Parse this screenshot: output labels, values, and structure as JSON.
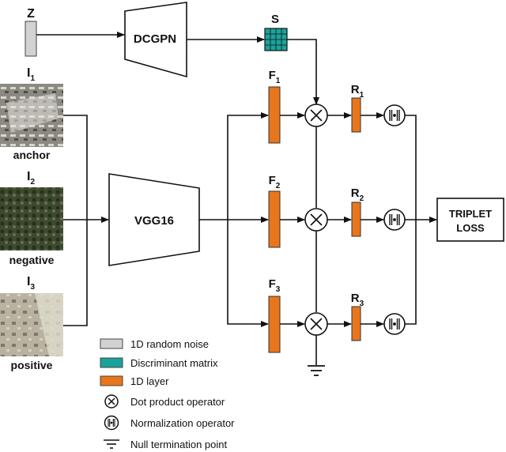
{
  "inputs": {
    "z": {
      "label": "Z"
    },
    "i1": {
      "label": "I",
      "sub": "1",
      "caption": "anchor"
    },
    "i2": {
      "label": "I",
      "sub": "2",
      "caption": "negative"
    },
    "i3": {
      "label": "I",
      "sub": "3",
      "caption": "positive"
    }
  },
  "blocks": {
    "dcgpn": "DCGPN",
    "vgg": "VGG16",
    "s": "S",
    "triplet_line1": "TRIPLET",
    "triplet_line2": "LOSS"
  },
  "layers": {
    "f1": {
      "label": "F",
      "sub": "1"
    },
    "f2": {
      "label": "F",
      "sub": "2"
    },
    "f3": {
      "label": "F",
      "sub": "3"
    },
    "r1": {
      "label": "R",
      "sub": "1"
    },
    "r2": {
      "label": "R",
      "sub": "2"
    },
    "r3": {
      "label": "R",
      "sub": "3"
    }
  },
  "legend": [
    {
      "icon": "noise-swatch",
      "label": "1D random noise"
    },
    {
      "icon": "matrix-swatch",
      "label": "Discriminant matrix"
    },
    {
      "icon": "layer-swatch",
      "label": "1D layer"
    },
    {
      "icon": "dot-product-icon",
      "label": "Dot product operator"
    },
    {
      "icon": "normalization-icon",
      "label": "Normalization operator"
    },
    {
      "icon": "ground-icon",
      "label": "Null termination point"
    }
  ],
  "colors": {
    "layer_orange": "#e8761c",
    "matrix_teal": "#1aa39a",
    "noise_gray": "#d2d2d2"
  }
}
